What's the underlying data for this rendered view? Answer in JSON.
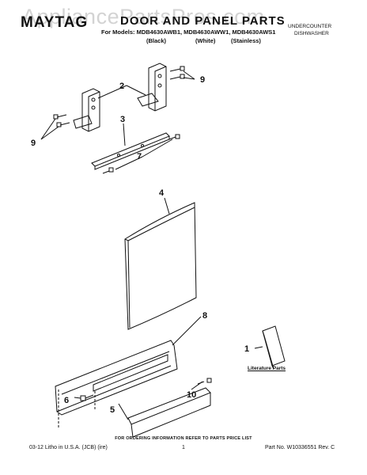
{
  "header": {
    "brand": "MAYTAG",
    "title": "DOOR AND PANEL PARTS",
    "models": "For Models: MDB4630AWB1, MDB4630AWW1, MDB4630AWS1",
    "colors": [
      "(Black)",
      "(White)",
      "(Stainless)"
    ],
    "product_type_line1": "UNDERCOUNTER",
    "product_type_line2": "DISHWASHER"
  },
  "watermark": "AppliancePartsPros.com",
  "callouts": [
    "1",
    "2",
    "3",
    "4",
    "5",
    "6",
    "7",
    "8",
    "9",
    "9",
    "10"
  ],
  "literature_label": "Literature Parts",
  "footer": {
    "ordering_note": "FOR ORDERING INFORMATION REFER TO PARTS PRICE LIST",
    "litho": "03-12 Litho in U.S.A. (JCB) (ire)",
    "page_number": "1",
    "part_number": "Part No. W10336551 Rev. C"
  }
}
